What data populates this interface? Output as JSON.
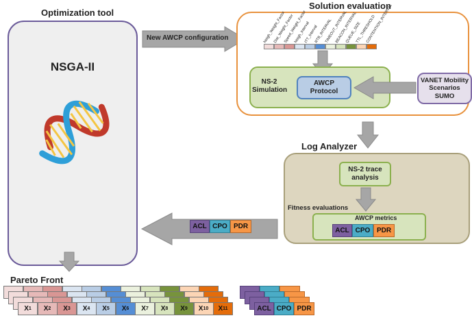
{
  "titles": {
    "optimization_tool": "Optimization tool",
    "solution_evaluation": "Solution evaluation",
    "log_analyzer": "Log Analyzer",
    "pareto_front": "Pareto Front"
  },
  "optimizer": {
    "name": "NSGA-II"
  },
  "flow": {
    "new_config": "New  AWCP configuration"
  },
  "simulation": {
    "ns2_label": "NS-2 Simulation",
    "protocol_label": "AWCP Protocol",
    "mobility_label": "VANET Mobility Scenarios SUMO"
  },
  "config_params": [
    {
      "label": "Neigh_Weight_Factor",
      "color": "#f2dcdb"
    },
    {
      "label": "Dist_Weight_Factor",
      "color": "#e6b9b8"
    },
    {
      "label": "Speed_Weight_Factor",
      "color": "#d99694"
    },
    {
      "label": "Neigh_Interval",
      "color": "#dbe5f1"
    },
    {
      "label": "ITT_Interval",
      "color": "#b9cde5"
    },
    {
      "label": "RTB_INTERVAL",
      "color": "#558ed5"
    },
    {
      "label": "TIMEOUT_INTERVAL",
      "color": "#ebf1de"
    },
    {
      "label": "BEACON_INTERVAL",
      "color": "#d7e4bd"
    },
    {
      "label": "QUEUE_SIZE",
      "color": "#77933c"
    },
    {
      "label": "TTL_THRESHOLD",
      "color": "#fcd5b5"
    },
    {
      "label": "CONTENTION_INTERVAL",
      "color": "#e46c0a"
    }
  ],
  "log": {
    "trace_label": "NS-2 trace analysis",
    "fitness_label": "Fitness evaluations",
    "metrics_title": "AWCP metrics"
  },
  "metrics": [
    "ACL",
    "CPO",
    "PDR"
  ],
  "pareto": {
    "genes": [
      {
        "label": "X",
        "sub": "1",
        "color": "#f2dcdb"
      },
      {
        "label": "X",
        "sub": "2",
        "color": "#e6b9b8"
      },
      {
        "label": "X",
        "sub": "3",
        "color": "#d99694"
      },
      {
        "label": "X",
        "sub": "4",
        "color": "#dbe5f1"
      },
      {
        "label": "X",
        "sub": "5",
        "color": "#b9cde5"
      },
      {
        "label": "X",
        "sub": "6",
        "color": "#558ed5"
      },
      {
        "label": "X",
        "sub": "7",
        "color": "#ebf1de"
      },
      {
        "label": "X",
        "sub": "8",
        "color": "#d7e4bd"
      },
      {
        "label": "X",
        "sub": "9",
        "color": "#77933c"
      },
      {
        "label": "X",
        "sub": "10",
        "color": "#fcd5b5"
      },
      {
        "label": "X",
        "sub": "11",
        "color": "#e46c0a"
      }
    ]
  },
  "colors": {
    "acl": "#7d60a0",
    "cpo": "#4bacc6",
    "pdr": "#f79646",
    "arrow": "#a6a6a6"
  }
}
